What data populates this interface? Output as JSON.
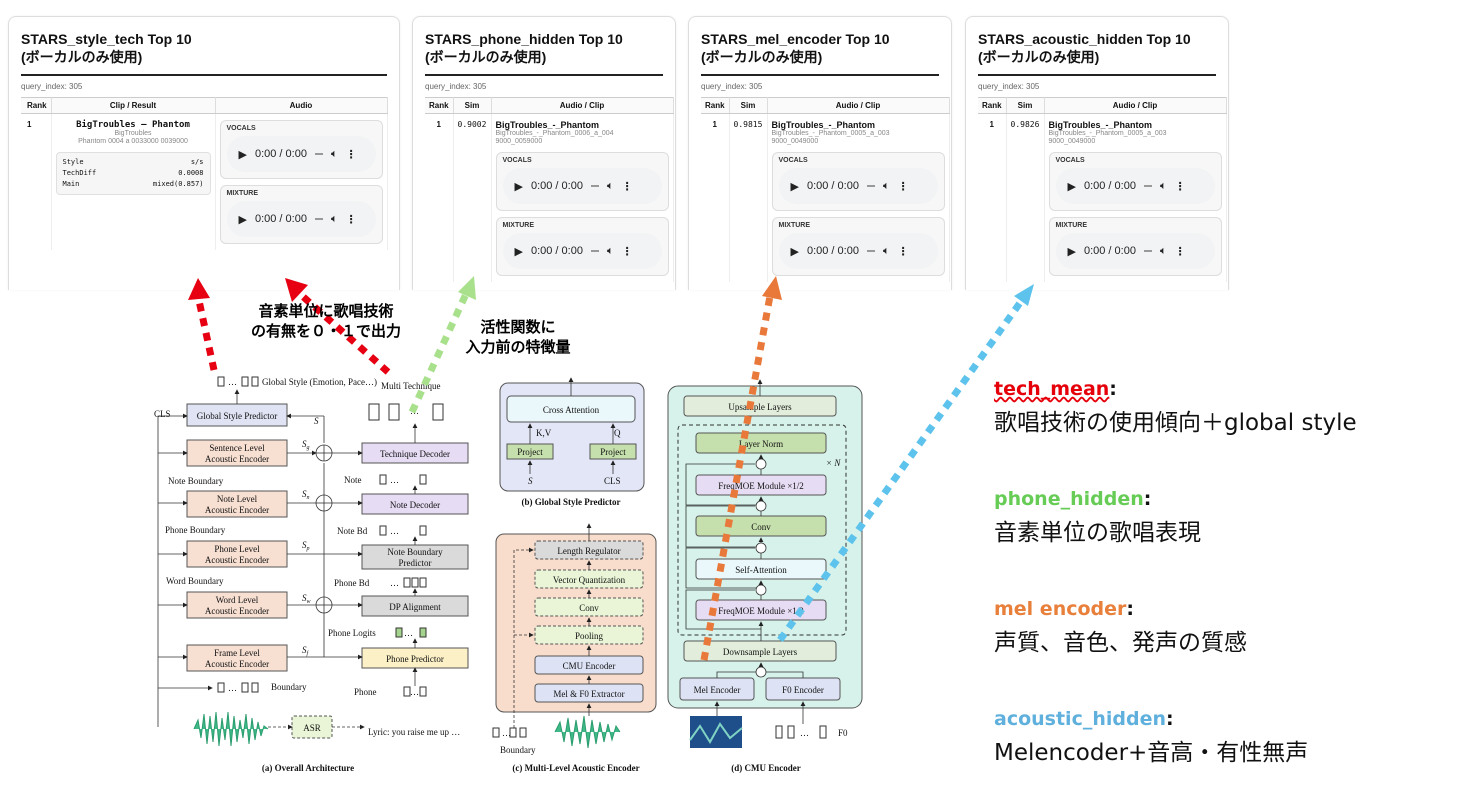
{
  "panels": [
    {
      "title": "STARS_style_tech Top 10",
      "subtitle": "(ボーカルのみ使用)",
      "query": "query_index: 305",
      "headers": [
        "Rank",
        "Clip / Result",
        "Audio"
      ],
      "rank": "1",
      "clip_name": "BigTroubles – Phantom",
      "clip_sub": "BigTroubles",
      "clip_id": "Phantom 0004 a 0033000 0039000",
      "metrics": [
        {
          "k": "Style",
          "v": "s/s"
        },
        {
          "k": "TechDiff",
          "v": "0.0008"
        },
        {
          "k": "Main",
          "v": "mixed(0.857)"
        }
      ],
      "vocals": "VOCALS",
      "mixture": "MIXTURE",
      "time": "0:00 / 0:00"
    },
    {
      "title": "STARS_phone_hidden Top 10",
      "subtitle": "(ボーカルのみ使用)",
      "query": "query_index: 305",
      "headers": [
        "Rank",
        "Sim",
        "Audio / Clip"
      ],
      "rank": "1",
      "sim": "0.9002",
      "clip_name": "BigTroubles_-_Phantom",
      "clip_id": "BigTroubles_-_Phantom_0006_a_0049000_0059000",
      "vocals": "VOCALS",
      "mixture": "MIXTURE",
      "time": "0:00 / 0:00"
    },
    {
      "title": "STARS_mel_encoder Top 10",
      "subtitle": "(ボーカルのみ使用)",
      "query": "query_index: 305",
      "headers": [
        "Rank",
        "Sim",
        "Audio / Clip"
      ],
      "rank": "1",
      "sim": "0.9815",
      "clip_name": "BigTroubles_-_Phantom",
      "clip_id": "BigTroubles_-_Phantom_0005_a_0039000_0049000",
      "vocals": "VOCALS",
      "mixture": "MIXTURE",
      "time": "0:00 / 0:00"
    },
    {
      "title": "STARS_acoustic_hidden Top 10",
      "subtitle": "(ボーカルのみ使用)",
      "query": "query_index: 305",
      "headers": [
        "Rank",
        "Sim",
        "Audio / Clip"
      ],
      "rank": "1",
      "sim": "0.9826",
      "clip_name": "BigTroubles_-_Phantom",
      "clip_id": "BigTroubles_-_Phantom_0005_a_0039000_0049000",
      "vocals": "VOCALS",
      "mixture": "MIXTURE",
      "time": "0:00 / 0:00"
    }
  ],
  "annotations": {
    "tech": "音素単位に歌唱技術の有無を０・１で出力",
    "tech_l1": "音素単位に歌唱技術",
    "tech_l2": "の有無を０・１で出力",
    "phone_l1": "活性関数に",
    "phone_l2": "入力前の特徴量"
  },
  "legend": [
    {
      "key": "tech_mean",
      "suffix": ":",
      "desc": "歌唱技術の使用傾向＋global style",
      "color": "#e6000a"
    },
    {
      "key": "phone_hidden",
      "suffix": ":",
      "desc": "音素単位の歌唱表現",
      "color": "#66cc55"
    },
    {
      "key": "mel encoder",
      "suffix": ":",
      "desc": "声質、音色、発声の質感",
      "color": "#e87f3a"
    },
    {
      "key": "acoustic_hidden",
      "suffix": ":",
      "desc": "Melencoder+音高・有性無声",
      "color": "#5fb0dd"
    }
  ],
  "diagram": {
    "a": {
      "caption": "(a)  Overall Architecture",
      "global_style_out": "Global Style (Emotion, Pace…)",
      "multi_technique": "Multi Technique",
      "cls": "CLS",
      "global_style_predictor": "Global Style Predictor",
      "s": "S",
      "sentence_enc": [
        "Sentence Level",
        "Acoustic Encoder"
      ],
      "note_enc": [
        "Note Level",
        "Acoustic Encoder"
      ],
      "phone_enc": [
        "Phone Level",
        "Acoustic Encoder"
      ],
      "word_enc": [
        "Word Level",
        "Acoustic Encoder"
      ],
      "frame_enc": [
        "Frame Level",
        "Acoustic Encoder"
      ],
      "sg": "S",
      "sg_sub": "g",
      "sn": "S",
      "sn_sub": "n",
      "sp": "S",
      "sp_sub": "p",
      "sw": "S",
      "sw_sub": "w",
      "sf": "S",
      "sf_sub": "f",
      "note_boundary": "Note Boundary",
      "phone_boundary": "Phone Boundary",
      "word_boundary": "Word Boundary",
      "boundary": "Boundary",
      "technique_decoder": "Technique Decoder",
      "note_decoder": "Note Decoder",
      "note_boundary_predictor": [
        "Note Boundary",
        "Predictor"
      ],
      "dp_alignment": "DP Alignment",
      "phone_predictor": "Phone Predictor",
      "note": "Note",
      "note_bd": "Note Bd",
      "phone_bd": "Phone Bd",
      "phone_logits": "Phone Logits",
      "phone": "Phone",
      "asr": "ASR",
      "lyric": "Lyric: you raise me up …",
      "dots": "…"
    },
    "b": {
      "caption": "(b) Global Style Predictor",
      "cross_attention": "Cross Attention",
      "kv": "K,V",
      "q": "Q",
      "project": "Project",
      "s": "S",
      "cls": "CLS"
    },
    "c": {
      "caption": "(c) Multi-Level Acoustic Encoder",
      "length_regulator": "Length Regulator",
      "vq": "Vector Quantization",
      "conv": "Conv",
      "pooling": "Pooling",
      "cmu_encoder": "CMU Encoder",
      "extractor": "Mel & F0 Extractor",
      "boundary": "Boundary"
    },
    "d": {
      "caption": "(d) CMU Encoder",
      "upsample": "Upsample Layers",
      "layer_norm": "Layer Norm",
      "freqmoe": "FreqMOE Module  ×1/2",
      "conv": "Conv",
      "self_attention": "Self-Attention",
      "downsample": "Downsample Layers",
      "mel_encoder": "Mel Encoder",
      "f0_encoder": "F0 Encoder",
      "xn": "× N",
      "f0": "F0"
    }
  }
}
